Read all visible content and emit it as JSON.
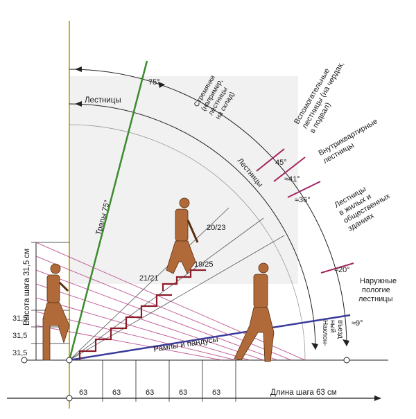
{
  "labels": {
    "y_axis": "Высота шага 31,5 см",
    "x_axis": "Длина шага 63 см",
    "ladders": "Лестницы",
    "ladders_arc": "Лестницы",
    "ladders_trap": "Трапы 75°",
    "ramps": "Рампы и пандусы",
    "stepladders": [
      "Стремянки",
      "(например,",
      "лестницы",
      "на склад)"
    ],
    "auxiliary": [
      "Вспомогательные",
      "лестницы (на чердак,",
      "в подвал)"
    ],
    "intra": [
      "Внутриквартирные",
      "лестницы"
    ],
    "residential": [
      "Лестницы",
      "в жилых и",
      "общественных",
      "зданиях"
    ],
    "outdoor": [
      "Наружные",
      "пологие",
      "лестницы"
    ],
    "inclined": [
      "Наклон-",
      "ный",
      "въезд"
    ]
  },
  "angles": {
    "a75": "75°",
    "a45": "45°",
    "a41": "≈41°",
    "a36": "≈36°",
    "a20": "≈20°",
    "a9": "≈9°"
  },
  "ratios": {
    "r2121": "21/21",
    "r2023": "20/23",
    "r1925": "19/25"
  },
  "y_ticks": [
    "31,5",
    "31,5",
    "31,5"
  ],
  "x_ticks": [
    "63",
    "63",
    "63",
    "63",
    "63"
  ],
  "colors": {
    "green_line": "#3c8a2e",
    "blue_line": "#3a3a9a",
    "stair_red": "#8b1a2a",
    "magenta": "#b0307a",
    "figure": "#b06a3a",
    "axis_yellow": "#c8b020"
  }
}
